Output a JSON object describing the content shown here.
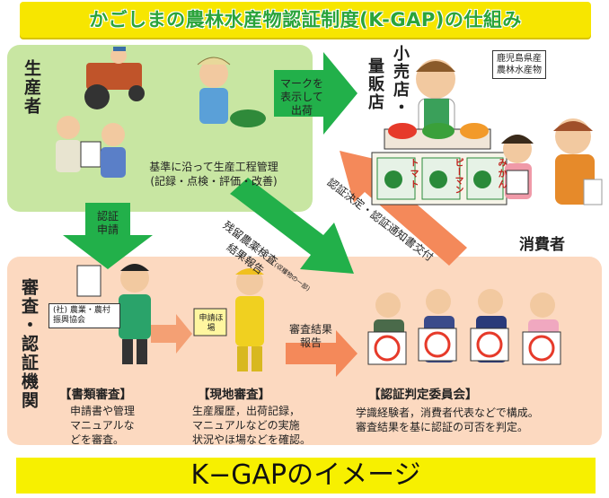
{
  "title": "かごしまの農林水産物認証制度(K-GAP)の仕組み",
  "producer": {
    "label": "生産者",
    "process_text_line1": "基準に沿って生産工程管理",
    "process_text_line2": "(記録・点検・評価・改善)"
  },
  "retail": {
    "label": "量販店",
    "label2": "小売店・"
  },
  "consumer": {
    "label": "消費者"
  },
  "product_box": {
    "label_line1": "鹿児島県産",
    "label_line2": "農林水産物"
  },
  "produce_labels": [
    "トマト",
    "ピーマン",
    "みかん"
  ],
  "arrows": {
    "ship_line1": "マークを",
    "ship_line2": "表示して",
    "ship_line3": "出荷",
    "apply_line1": "認証",
    "apply_line2": "申請",
    "residue_line1": "残留農薬検査",
    "residue_note": "(収穫物の一部)",
    "residue_line2": "結果報告",
    "cert_decision": "認証決定・認証通知書交付",
    "review_result_line1": "審査結果",
    "review_result_line2": "報告"
  },
  "exam": {
    "label": "審査・認証機関",
    "association": "(社) 農業・農村振興協会",
    "sign_text": "申請ほ場"
  },
  "sections": [
    {
      "title": "【書類審査】",
      "desc_line1": "申請書や管理",
      "desc_line2": "マニュアルな",
      "desc_line3": "どを審査。"
    },
    {
      "title": "【現地審査】",
      "desc_line1": "生産履歴，出荷記録，",
      "desc_line2": "マニュアルなどの実施",
      "desc_line3": "状況やほ場などを確認。"
    },
    {
      "title": "【認証判定委員会】",
      "desc_line1": "学識経験者，消費者代表などで構成。",
      "desc_line2": "審査結果を基に認証の可否を判定。"
    }
  ],
  "bottom_caption": "K−GAPのイメージ",
  "colors": {
    "green_arrow": "#22b04a",
    "orange_arrow": "#f4895a",
    "title_bg": "#f7e600",
    "title_text": "#2aa43a",
    "producer_bg": "#c8e6a2",
    "exam_bg": "#fcd9c0"
  }
}
